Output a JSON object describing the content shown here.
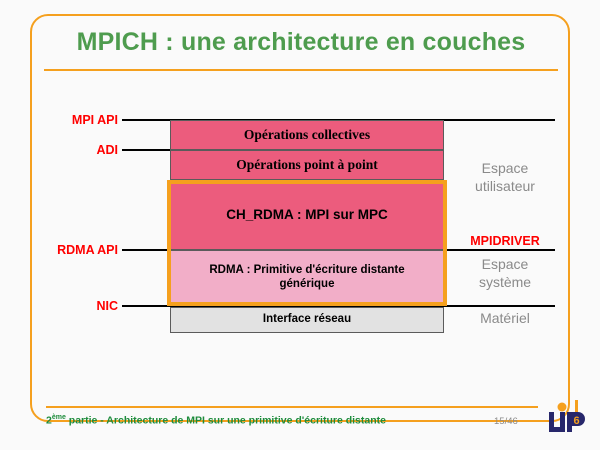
{
  "slide": {
    "title": "MPICH : une architecture en couches",
    "colors": {
      "title_green": "#4E9C4E",
      "frame_orange": "#F5A01E",
      "label_red": "#FF0000",
      "gray_label": "#8A8A8A",
      "box_pink": "#EC5C7D",
      "box_light_pink": "#F2AEC8",
      "box_gray": "#E2E2E2",
      "footer_green": "#1E8C3C",
      "logo_navy": "#27276B"
    }
  },
  "diagram": {
    "layers": [
      {
        "id": "collectives",
        "label": "Opérations collectives"
      },
      {
        "id": "pointapoint",
        "label": "Opérations point à point"
      },
      {
        "id": "chrdma",
        "label": "CH_RDMA : MPI sur MPC"
      },
      {
        "id": "rdma",
        "label": "RDMA : Primitive d'écriture distante générique"
      },
      {
        "id": "interface",
        "label": "Interface réseau"
      }
    ],
    "left_labels": [
      {
        "id": "mpiapi",
        "label": "MPI API"
      },
      {
        "id": "adi",
        "label": "ADI"
      },
      {
        "id": "rdmaapi",
        "label": "RDMA API"
      },
      {
        "id": "nic",
        "label": "NIC"
      }
    ],
    "right_labels": [
      {
        "id": "espace-utilisateur",
        "label": "Espace\nutilisateur"
      },
      {
        "id": "mpidriver",
        "label": "MPIDRIVER"
      },
      {
        "id": "espace-systeme",
        "label": "Espace\nsystème"
      },
      {
        "id": "materiel",
        "label": "Matériel"
      }
    ]
  },
  "footer": {
    "section_prefix": "2",
    "section_sup": "ème",
    "section_rest": " partie - Architecture de MPI sur une primitive d'écriture distante",
    "page": "15/46",
    "logo_text": "LIP",
    "logo_number": "6"
  }
}
